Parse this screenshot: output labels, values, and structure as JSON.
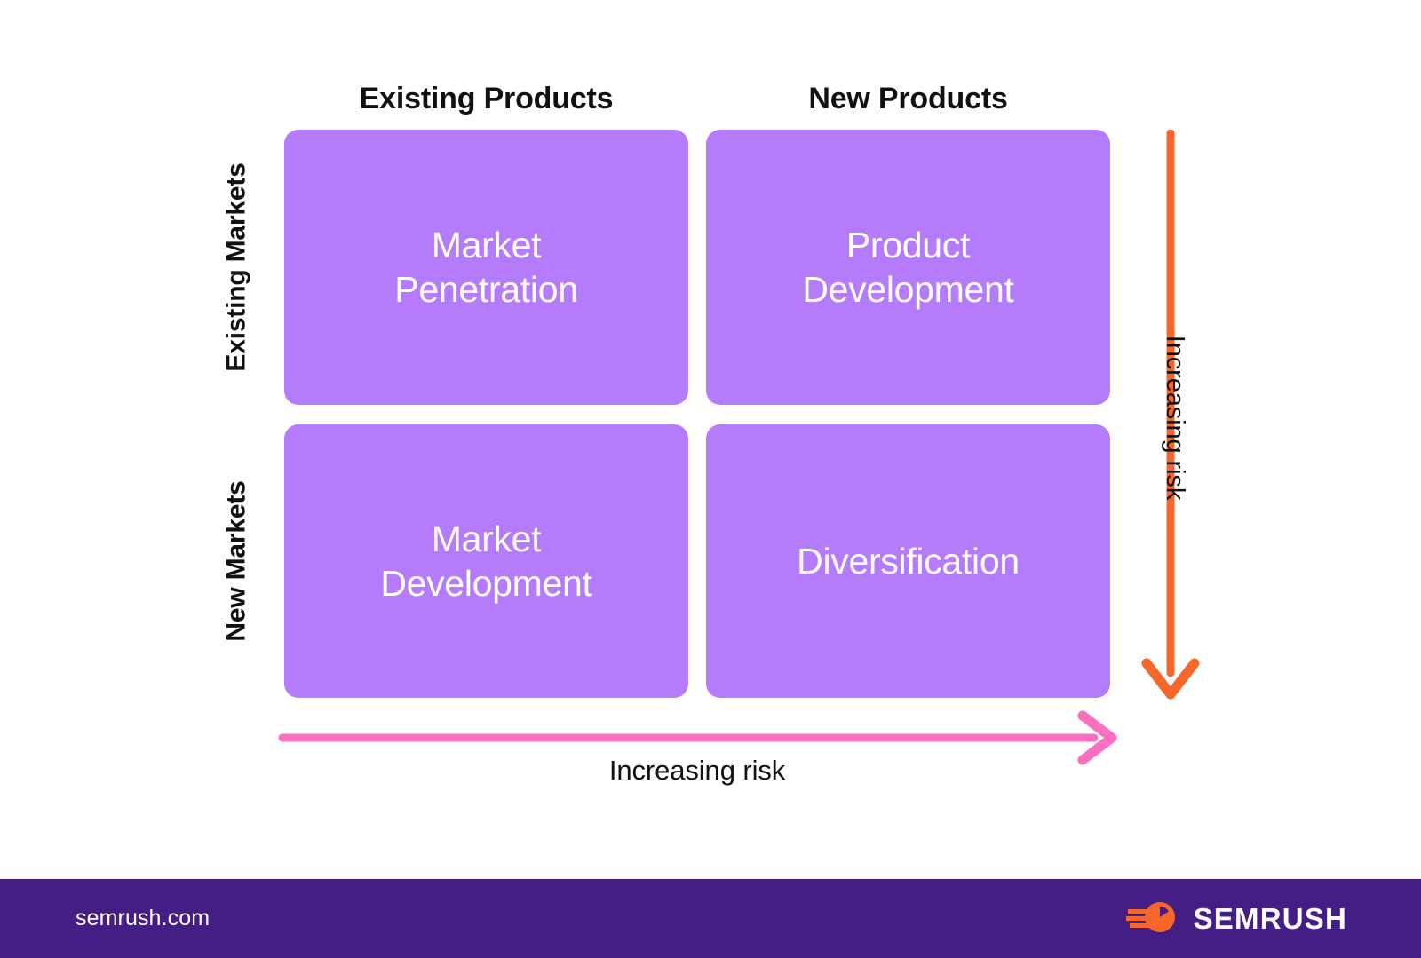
{
  "diagram": {
    "type": "ansoff-matrix",
    "column_headers": [
      "Existing Products",
      "New Products"
    ],
    "row_labels": [
      "Existing Markets",
      "New Markets"
    ],
    "quadrants": [
      {
        "id": "market-penetration",
        "row": "Existing Markets",
        "column": "Existing Products",
        "lines": [
          "Market",
          "Penetration"
        ]
      },
      {
        "id": "product-development",
        "row": "Existing Markets",
        "column": "New Products",
        "lines": [
          "Product",
          "Development"
        ]
      },
      {
        "id": "market-development",
        "row": "New Markets",
        "column": "Existing Products",
        "lines": [
          "Market",
          "Development"
        ]
      },
      {
        "id": "diversification",
        "row": "New Markets",
        "column": "New Products",
        "lines": [
          "Diversification"
        ]
      }
    ],
    "axes": {
      "vertical": {
        "label": "Increasing risk",
        "direction": "down",
        "color": "#f5672a"
      },
      "horizontal": {
        "label": "Increasing risk",
        "direction": "right",
        "color": "#fb6fc0"
      }
    },
    "colors": {
      "quadrant_fill": "#b47cfa",
      "quadrant_text": "#ffffff",
      "label_text": "#111111",
      "background": "#ffffff",
      "footer_background": "#451e85",
      "orange_accent": "#f5672a",
      "pink_accent": "#fb6fc0"
    }
  },
  "footer": {
    "url": "semrush.com",
    "brand": "SEMRUSH",
    "logo_icon": "semrush-comet-icon"
  }
}
